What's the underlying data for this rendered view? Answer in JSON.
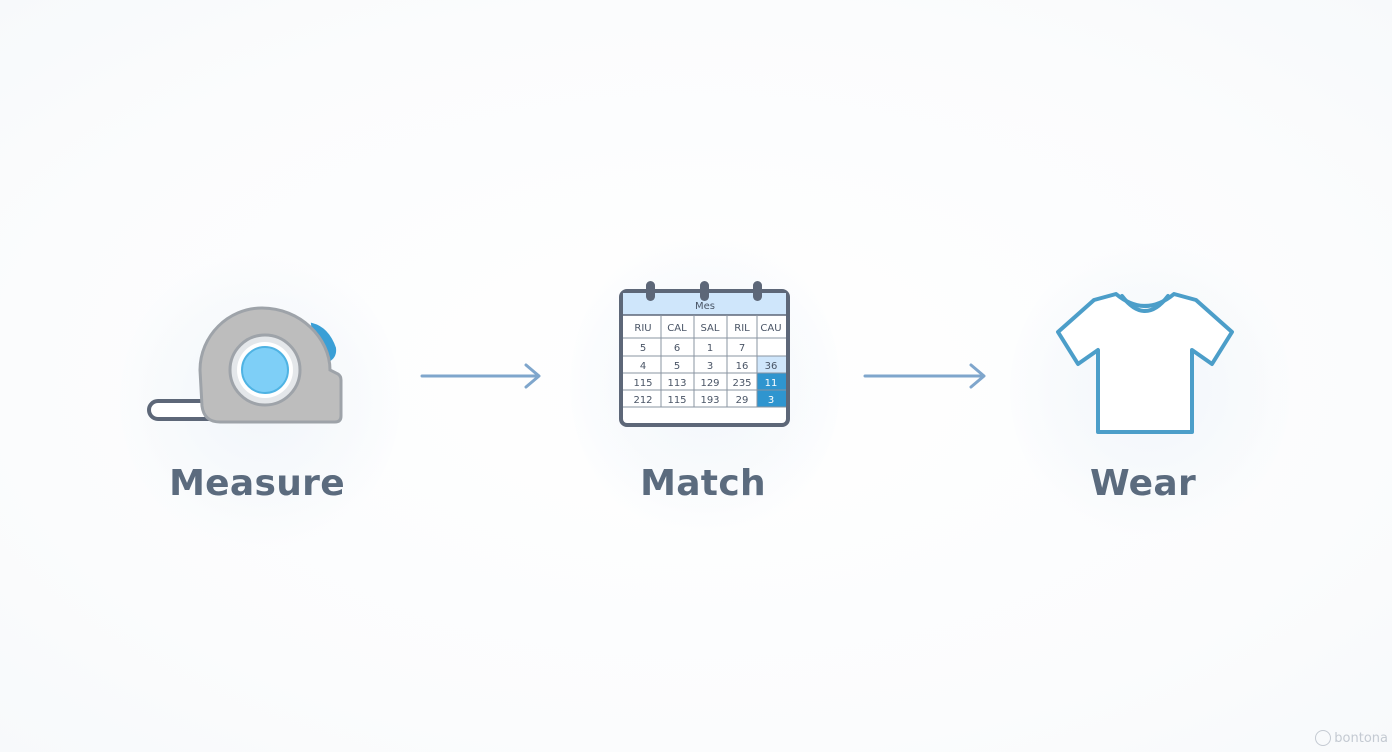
{
  "steps": [
    {
      "label": "Measure",
      "icon": "tape-measure-icon"
    },
    {
      "label": "Match",
      "icon": "calendar-icon"
    },
    {
      "label": "Wear",
      "icon": "t-shirt-icon"
    }
  ],
  "calendar": {
    "title": "Mes",
    "headers": [
      "RIU",
      "CAL",
      "SAL",
      "RIL",
      "CAU"
    ],
    "rows": [
      [
        "5",
        "6",
        "1",
        "7",
        ""
      ],
      [
        "4",
        "5",
        "3",
        "16",
        "36"
      ],
      [
        "115",
        "113",
        "129",
        "235",
        "11"
      ],
      [
        "212",
        "115",
        "193",
        "29",
        "3"
      ]
    ]
  },
  "colors": {
    "label": "#5b6b7e",
    "accent_blue": "#3a9fd6",
    "light_blue": "#7ecff7",
    "arrow": "#7fa6cc",
    "shirt": "#4c9ec9",
    "gray": "#bdbdbd",
    "dark_outline": "#5d6778"
  },
  "watermark": {
    "text": "bontona"
  }
}
